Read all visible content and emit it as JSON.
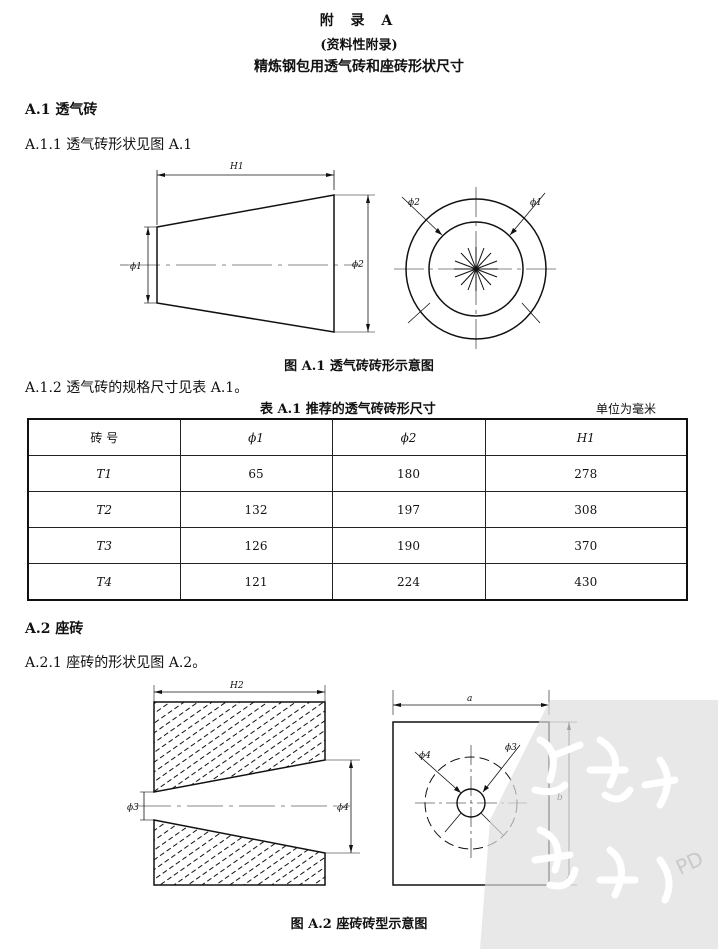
{
  "header": {
    "title": "附 录 A",
    "subtitle": "(资料性附录)",
    "heading": "精炼钢包用透气砖和座砖形状尺寸"
  },
  "section_a1": {
    "heading": "A.1  透气砖",
    "para1": "A.1.1  透气砖形状见图 A.1",
    "figure_caption": "图 A.1   透气砖砖形示意图",
    "para2": "A.1.2  透气砖的规格尺寸见表 A.1。",
    "fig_labels": {
      "h1": "H1",
      "phi1": "ϕ1",
      "phi2": "ϕ2",
      "phi2_circle": "ϕ2",
      "phi1_circle": "ϕ1"
    }
  },
  "table": {
    "caption": "表 A.1   推荐的透气砖砖形尺寸",
    "unit": "单位为毫米",
    "headers": [
      "砖    号",
      "ϕ1",
      "ϕ2",
      "H1"
    ],
    "rows": [
      [
        "T1",
        "65",
        "180",
        "278"
      ],
      [
        "T2",
        "132",
        "197",
        "308"
      ],
      [
        "T3",
        "126",
        "190",
        "370"
      ],
      [
        "T4",
        "121",
        "224",
        "430"
      ]
    ]
  },
  "section_a2": {
    "heading": "A.2  座砖",
    "para1": "A.2.1  座砖的形状见图 A.2。",
    "figure_caption": "图 A.2   座砖砖型示意图",
    "fig_labels": {
      "h2": "H2",
      "phi3": "ϕ3",
      "phi4": "ϕ4",
      "a": "a",
      "b": "b",
      "phi4_sq": "ϕ4",
      "phi3_sq": "ϕ3"
    }
  },
  "watermark": {
    "text": "PD"
  }
}
